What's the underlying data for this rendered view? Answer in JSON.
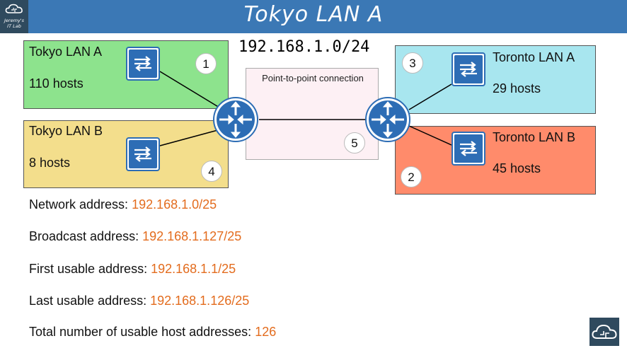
{
  "header": {
    "title": "Tokyo LAN A",
    "logo_text": [
      "Jeremy's",
      "IT Lab"
    ]
  },
  "subnet": "192.168.1.0/24",
  "ptp_label": "Point-to-point connection",
  "lans": {
    "tokyo_a": {
      "name": "Tokyo LAN A",
      "hosts": "110 hosts",
      "number": "1",
      "color": "#8de38d"
    },
    "tokyo_b": {
      "name": "Tokyo LAN B",
      "hosts": "8 hosts",
      "number": "4",
      "color": "#f3de8c"
    },
    "toronto_a": {
      "name": "Toronto LAN A",
      "hosts": "29 hosts",
      "number": "3",
      "color": "#a8e6ef"
    },
    "toronto_b": {
      "name": "Toronto LAN B",
      "hosts": "45 hosts",
      "number": "2",
      "color": "#ff8b6b"
    }
  },
  "ptp_number": "5",
  "info": {
    "network_label": "Network address: ",
    "network_value": "192.168.1.0/25",
    "broadcast_label": "Broadcast address: ",
    "broadcast_value": "192.168.1.127/25",
    "first_label": "First usable address: ",
    "first_value": "192.168.1.1/25",
    "last_label": "Last usable address: ",
    "last_value": "192.168.1.126/25",
    "total_label": "Total number of usable host addresses: ",
    "total_value": "126"
  },
  "colors": {
    "accent": "#e36c1e",
    "header": "#3b78b5",
    "device": "#2d6db5"
  }
}
